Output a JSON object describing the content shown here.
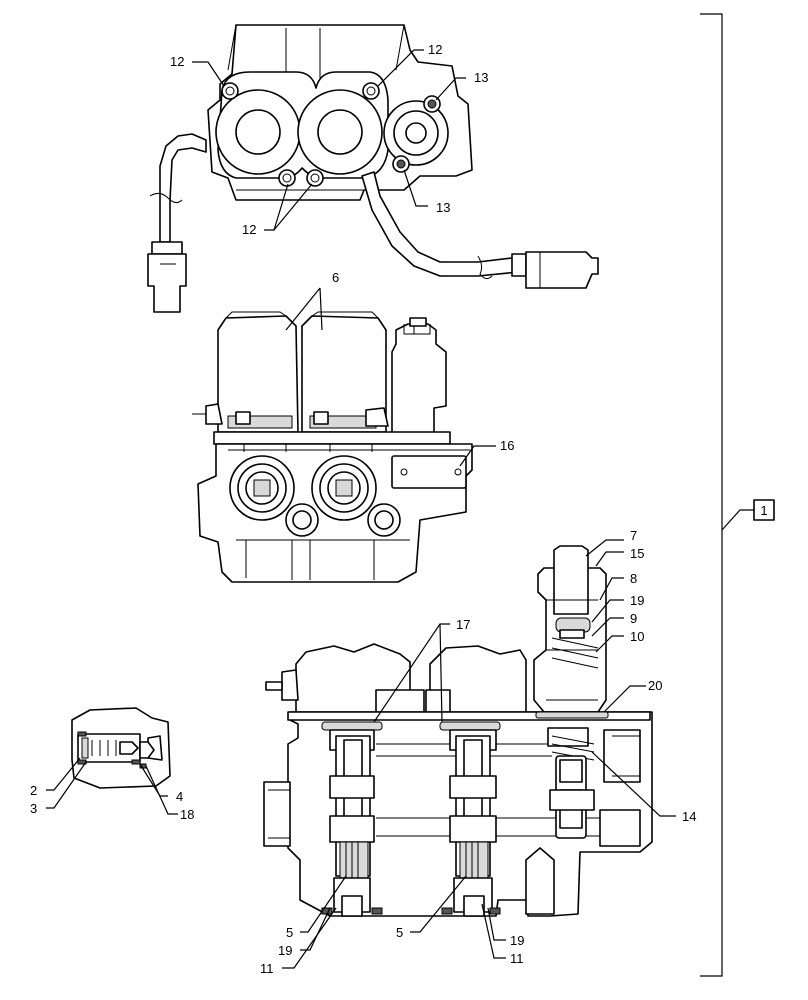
{
  "callouts": {
    "c1": "1",
    "c2": "2",
    "c3": "3",
    "c4": "4",
    "c5a": "5",
    "c5b": "5",
    "c6": "6",
    "c7": "7",
    "c8": "8",
    "c9": "9",
    "c10": "10",
    "c11a": "11",
    "c11b": "11",
    "c12a": "12",
    "c12b": "12",
    "c12c": "12",
    "c13a": "13",
    "c13b": "13",
    "c14": "14",
    "c15": "15",
    "c16": "16",
    "c17": "17",
    "c18": "18",
    "c19a": "19",
    "c19b": "19",
    "c19c": "19",
    "c20": "20"
  }
}
